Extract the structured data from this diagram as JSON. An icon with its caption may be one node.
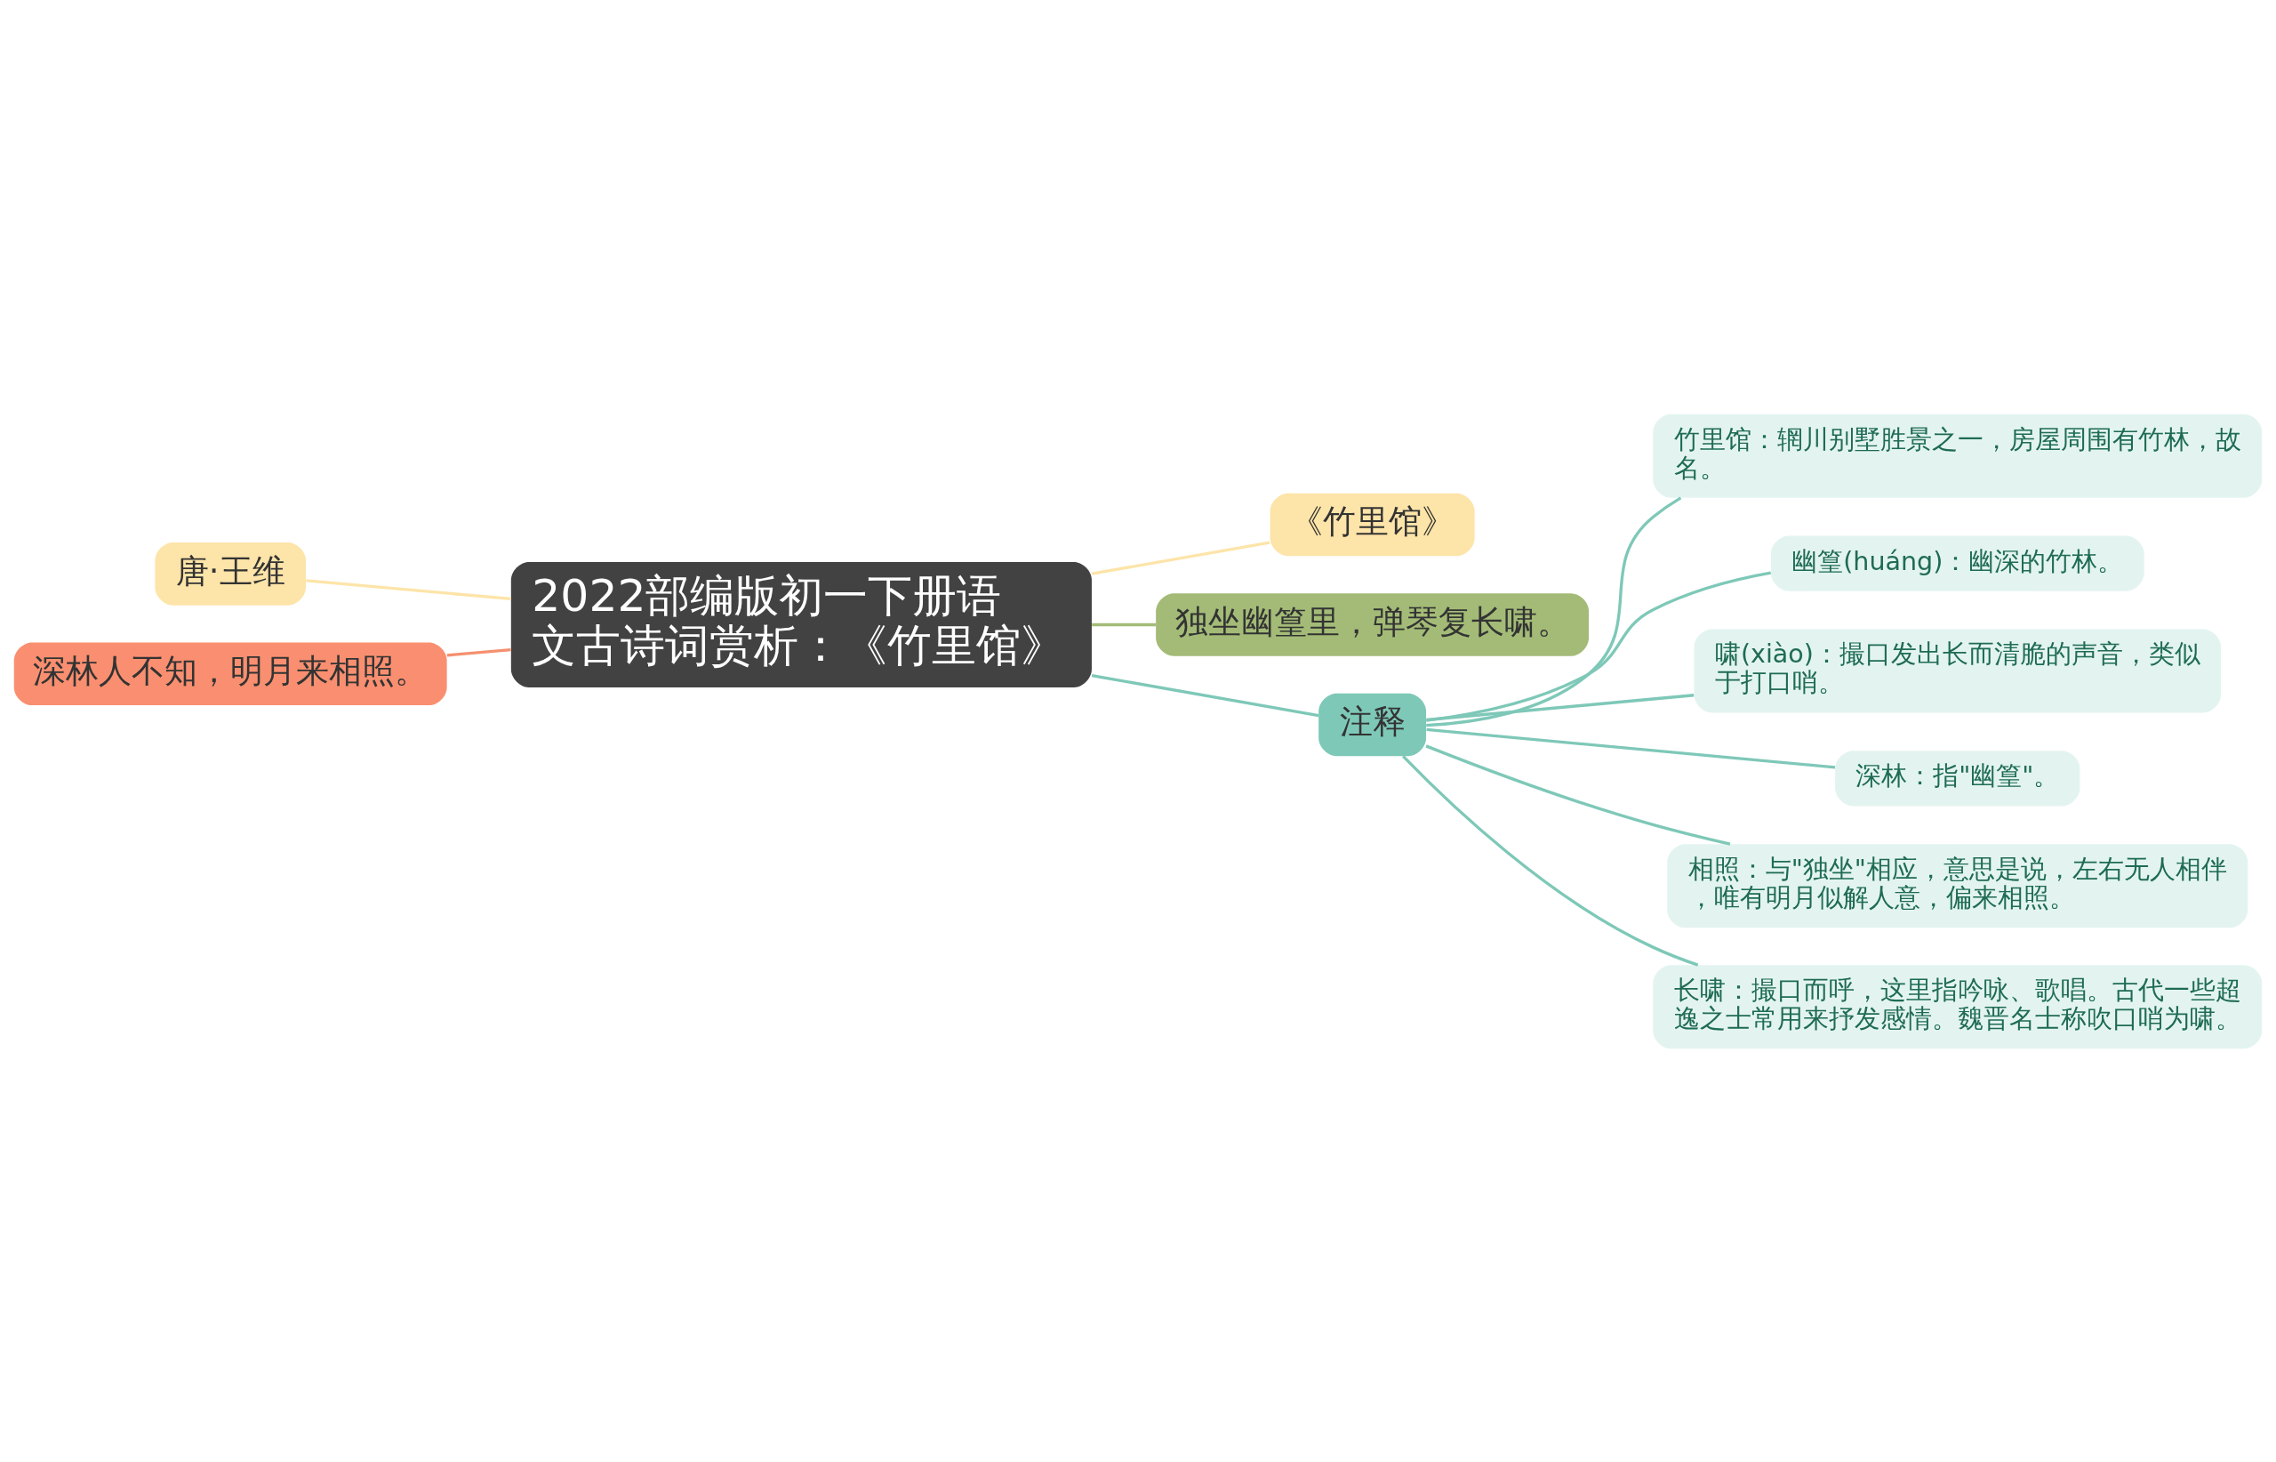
{
  "diagram": {
    "nodes": [
      {
        "text": [
          "2022部编版初一下册语文古诗词赏析：《竹里馆》"
        ]
      },
      {
        "text": [
          "唐·王维"
        ]
      },
      {
        "text": [
          "深林人不知，明月来相照。"
        ]
      },
      {
        "text": [
          "《竹里馆》"
        ]
      },
      {
        "text": [
          "独坐幽篁里，弹琴复长啸。"
        ]
      },
      {
        "text": [
          "注释"
        ]
      },
      {
        "text": [
          "竹里馆：辋川别墅胜景之一，房屋周围有竹林，故名。"
        ]
      },
      {
        "text": [
          "幽篁(huáng)：幽深的竹林。"
        ]
      },
      {
        "text": [
          "啸(xiào)：撮口发出长而清脆的声音，类似于打口哨。"
        ]
      },
      {
        "text": [
          "深林：指\"幽篁\"。"
        ]
      },
      {
        "text": [
          "相照：与\"独坐\"相应，意思是说，左右无人相伴，唯有明月似解人意，偏来相照。"
        ]
      },
      {
        "text": [
          "长啸：撮口而呼，这里指吟咏、歌唱。古代一些超逸之士常用来抒发感情。魏晋名士称吹口哨为啸。"
        ]
      }
    ],
    "edges": [
      {
        "from": 0,
        "to": 1,
        "arrow": "none",
        "color": "#fde4a8"
      },
      {
        "from": 0,
        "to": 2,
        "arrow": "none",
        "color": "#f4906f"
      },
      {
        "from": 0,
        "to": 3,
        "arrow": "none",
        "color": "#fde4a8"
      },
      {
        "from": 0,
        "to": 4,
        "arrow": "none",
        "color": "#a3bb77"
      },
      {
        "from": 0,
        "to": 5,
        "arrow": "none"
      },
      {
        "from": 5,
        "to": 6,
        "arrow": "none"
      },
      {
        "from": 5,
        "to": 7,
        "arrow": "none"
      },
      {
        "from": 5,
        "to": 8,
        "arrow": "none"
      },
      {
        "from": 5,
        "to": 9,
        "arrow": "none"
      },
      {
        "from": 5,
        "to": 10,
        "arrow": "none"
      },
      {
        "from": 5,
        "to": 11,
        "arrow": "none"
      }
    ]
  }
}
